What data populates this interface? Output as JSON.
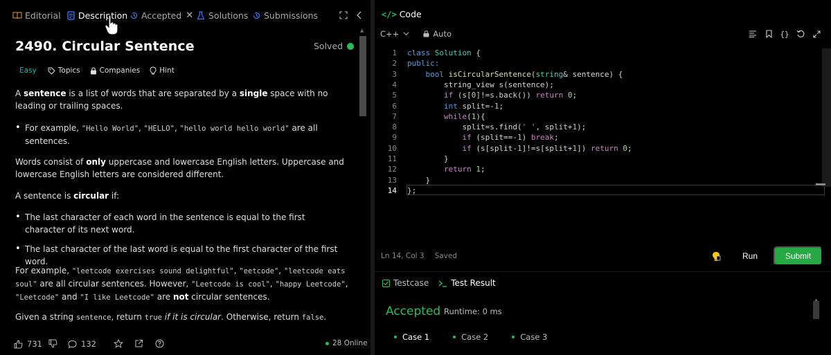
{
  "tabs": [
    {
      "label": "Editorial",
      "icon": "book-icon"
    },
    {
      "label": "Description",
      "icon": "document-icon"
    },
    {
      "label": "Accepted",
      "icon": "history-icon"
    },
    {
      "label": "Solutions",
      "icon": "flask-icon"
    },
    {
      "label": "Submissions",
      "icon": "history-icon"
    }
  ],
  "problem": {
    "title": "2490. Circular Sentence",
    "status": "Solved",
    "difficulty": "Easy",
    "tags": [
      "Topics",
      "Companies",
      "Hint"
    ]
  },
  "description": {
    "p1a": "A ",
    "p1b": "sentence",
    "p1c": " is a list of words that are separated by a ",
    "p1d": "single",
    "p1e": " space with no leading or trailing spaces.",
    "b1a": "For example, ",
    "b1c1": "\"Hello World\"",
    "b1s1": ", ",
    "b1c2": "\"HELLO\"",
    "b1s2": ", ",
    "b1c3": "\"hello world hello world\"",
    "b1e": " are all sentences.",
    "p2a": "Words consist of ",
    "p2b": "only",
    "p2c": " uppercase and lowercase English letters. Uppercase and lowercase English letters are considered different.",
    "p3a": "A sentence is ",
    "p3b": "circular",
    "p3c": " if:",
    "b2": "The last character of each word in the sentence is equal to the first character of its next word.",
    "b3": "The last character of the last word is equal to the first character of the first word.",
    "p4a": "For example, ",
    "p4c1": "\"leetcode exercises sound delightful\"",
    "p4s1": ", ",
    "p4c2": "\"eetcode\"",
    "p4s2": ", ",
    "p4c3": "\"leetcode eats soul\"",
    "p4b": " are all circular sentences. However, ",
    "p4c4": "\"Leetcode is cool\"",
    "p4s3": ", ",
    "p4c5": "\"happy Leetcode\"",
    "p4s4": ", ",
    "p4c6": "\"Leetcode\"",
    "p4d": " and ",
    "p4c7": "\"I like Leetcode\"",
    "p4e": " are ",
    "p4f": "not",
    "p4g": " circular sentences.",
    "p5a": "Given a string ",
    "p5c1": "sentence",
    "p5b": ", return ",
    "p5c2": "true",
    "p5d": " if it is circular",
    "p5e": ". Otherwise, return ",
    "p5c3": "false",
    "p5f": "."
  },
  "footer": {
    "likes": "731",
    "comments": "132",
    "online": "28 Online"
  },
  "code_panel": {
    "title": "Code",
    "language": "C++",
    "mode": "Auto",
    "status_position": "Ln 14, Col 3",
    "status_saved": "Saved",
    "run_label": "Run",
    "submit_label": "Submit"
  },
  "code_lines": [
    {
      "n": "1"
    },
    {
      "n": "2"
    },
    {
      "n": "3"
    },
    {
      "n": "4"
    },
    {
      "n": "5"
    },
    {
      "n": "6"
    },
    {
      "n": "7"
    },
    {
      "n": "8"
    },
    {
      "n": "9"
    },
    {
      "n": "10"
    },
    {
      "n": "11"
    },
    {
      "n": "12"
    },
    {
      "n": "13"
    },
    {
      "n": "14"
    }
  ],
  "code_text": {
    "l1a": "class",
    "l1b": " ",
    "l1c": "Solution",
    "l1d": " {",
    "l2": "public:",
    "l3a": "    ",
    "l3b": "bool",
    "l3c": " ",
    "l3d": "isCircularSentence",
    "l3e": "(",
    "l3f": "string",
    "l3g": "& sentence) {",
    "l4": "        string_view s(sentence);",
    "l5a": "        ",
    "l5b": "if",
    "l5c": " (s[",
    "l5d": "0",
    "l5e": "]!=s.back()) ",
    "l5f": "return",
    "l5g": " ",
    "l5h": "0",
    "l5i": ";",
    "l6a": "        ",
    "l6b": "int",
    "l6c": " split=-",
    "l6d": "1",
    "l6e": ";",
    "l7a": "        ",
    "l7b": "while",
    "l7c": "(",
    "l7d": "1",
    "l7e": "){",
    "l8a": "            split=s.find(",
    "l8b": "' '",
    "l8c": ", split+",
    "l8d": "1",
    "l8e": ");",
    "l9a": "            ",
    "l9b": "if",
    "l9c": " (split==-",
    "l9d": "1",
    "l9e": ") ",
    "l9f": "break",
    "l9g": ";",
    "l10a": "            ",
    "l10b": "if",
    "l10c": " (s[split-",
    "l10d": "1",
    "l10e": "]!=s[split+",
    "l10f": "1",
    "l10g": "]) ",
    "l10h": "return",
    "l10i": " ",
    "l10j": "0",
    "l10k": ";",
    "l11": "        }",
    "l12a": "        ",
    "l12b": "return",
    "l12c": " ",
    "l12d": "1",
    "l12e": ";",
    "l13": "    }",
    "l14": "};"
  },
  "results": {
    "tab_testcase": "Testcase",
    "tab_result": "Test Result",
    "verdict": "Accepted",
    "runtime": "Runtime: 0 ms",
    "cases": [
      "Case 1",
      "Case 2",
      "Case 3"
    ]
  },
  "colors": {
    "accent_green": "#2cbb5d",
    "easy": "#00b8a3",
    "submit_bg": "#28a745"
  }
}
